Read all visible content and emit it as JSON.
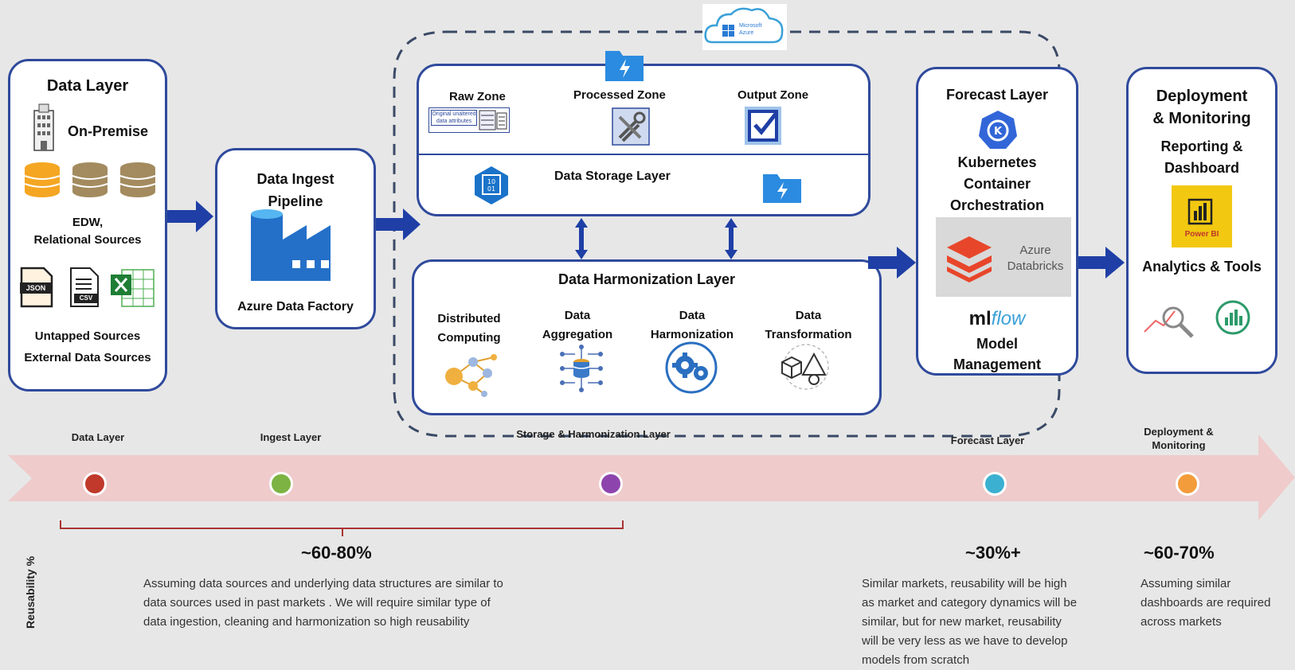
{
  "cloud_badge": {
    "line1": "Microsoft",
    "line2": "Azure"
  },
  "data_layer": {
    "title": "Data Layer",
    "on_premise": "On-Premise",
    "edw_line1": "EDW,",
    "edw_line2": "Relational Sources",
    "file_json": "JSON",
    "file_csv": "CSV",
    "untapped": "Untapped Sources",
    "external": "External Data Sources"
  },
  "ingest": {
    "title_line1": "Data Ingest",
    "title_line2": "Pipeline",
    "caption": "Azure Data Factory"
  },
  "storage": {
    "raw_zone": "Raw Zone",
    "raw_inner_line1": "Original unaltered",
    "raw_inner_line2": "data attributes",
    "processed_zone": "Processed Zone",
    "output_zone": "Output Zone",
    "layer_title": "Data Storage Layer"
  },
  "harmonization": {
    "title": "Data Harmonization Layer",
    "items": [
      {
        "line1": "Distributed",
        "line2": "Computing"
      },
      {
        "line1": "Data",
        "line2": "Aggregation"
      },
      {
        "line1": "Data",
        "line2": "Harmonization"
      },
      {
        "line1": "Data",
        "line2": "Transformation"
      }
    ]
  },
  "forecast": {
    "title": "Forecast Layer",
    "k8s_line1": "Kubernetes",
    "k8s_line2": "Container",
    "k8s_line3": "Orchestration",
    "databricks_line1": "Azure",
    "databricks_line2": "Databricks",
    "mlflow_ml": "ml",
    "mlflow_flow": "flow",
    "model_line1": "Model",
    "model_line2": "Management"
  },
  "deployment": {
    "title_line1": "Deployment",
    "title_line2": "& Monitoring",
    "reporting_line1": "Reporting &",
    "reporting_line2": "Dashboard",
    "powerbi": "Power BI",
    "analytics": "Analytics & Tools"
  },
  "timeline": {
    "stages": [
      {
        "label": "Data Layer",
        "color": "#c0392b"
      },
      {
        "label": "Ingest Layer",
        "color": "#7cb342"
      },
      {
        "label": "Storage & Harmonization Layer",
        "color": "#8e44ad"
      },
      {
        "label": "Forecast Layer",
        "color": "#3bb0d0"
      },
      {
        "label_line1": "Deployment &",
        "label_line2": "Monitoring",
        "color": "#f39c3c"
      }
    ],
    "axis_label": "Reusability %",
    "groups": [
      {
        "pct": "~60-80%",
        "desc": [
          "Assuming data sources and underlying data structures are similar to",
          "data sources used in past markets . We will require similar type of",
          "data ingestion, cleaning and harmonization so high reusability"
        ]
      },
      {
        "pct": "~30%+",
        "desc": [
          "Similar markets, reusability will be high",
          "as market and category dynamics will be",
          "similar, but for new market, reusability",
          "will be very less as we have to develop",
          "models from scratch"
        ]
      },
      {
        "pct": "~60-70%",
        "desc": [
          "Assuming similar",
          "dashboards are required",
          "across markets"
        ]
      }
    ]
  },
  "colors": {
    "frame_blue": "#2f4a9c",
    "arrow_blue": "#1f3fa6",
    "ribbon_pink": "#efc9c9"
  }
}
